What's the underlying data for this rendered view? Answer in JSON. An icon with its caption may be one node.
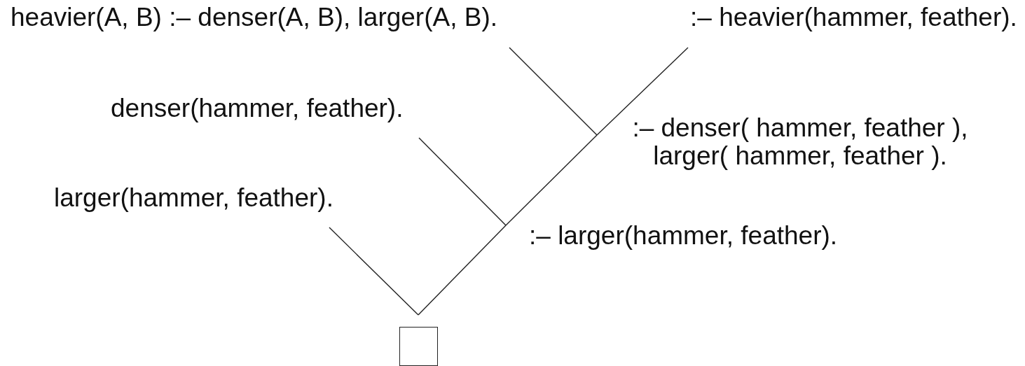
{
  "diagram": {
    "nodes": [
      {
        "text": [
          "heavier(A, B) :– denser(A, B), larger(A, B)."
        ]
      },
      {
        "text": [
          ":– heavier(hammer, feather)."
        ]
      },
      {
        "text": [
          "denser(hammer, feather)."
        ]
      },
      {
        "text": [
          ":– denser( hammer, feather ), larger( hammer, feather )."
        ]
      },
      {
        "text": [
          "larger(hammer, feather)."
        ]
      },
      {
        "text": [
          ":– larger(hammer, feather)."
        ]
      },
      {
        "text": [],
        "shape": "box"
      }
    ],
    "edges": [
      {
        "from": 0,
        "to": 3,
        "arrow": "none"
      },
      {
        "from": 1,
        "to": 3,
        "arrow": "none"
      },
      {
        "from": 2,
        "to": 5,
        "arrow": "none"
      },
      {
        "from": 3,
        "to": 5,
        "arrow": "none"
      },
      {
        "from": 4,
        "to": 6,
        "arrow": "none"
      },
      {
        "from": 5,
        "to": 6,
        "arrow": "none"
      }
    ]
  }
}
